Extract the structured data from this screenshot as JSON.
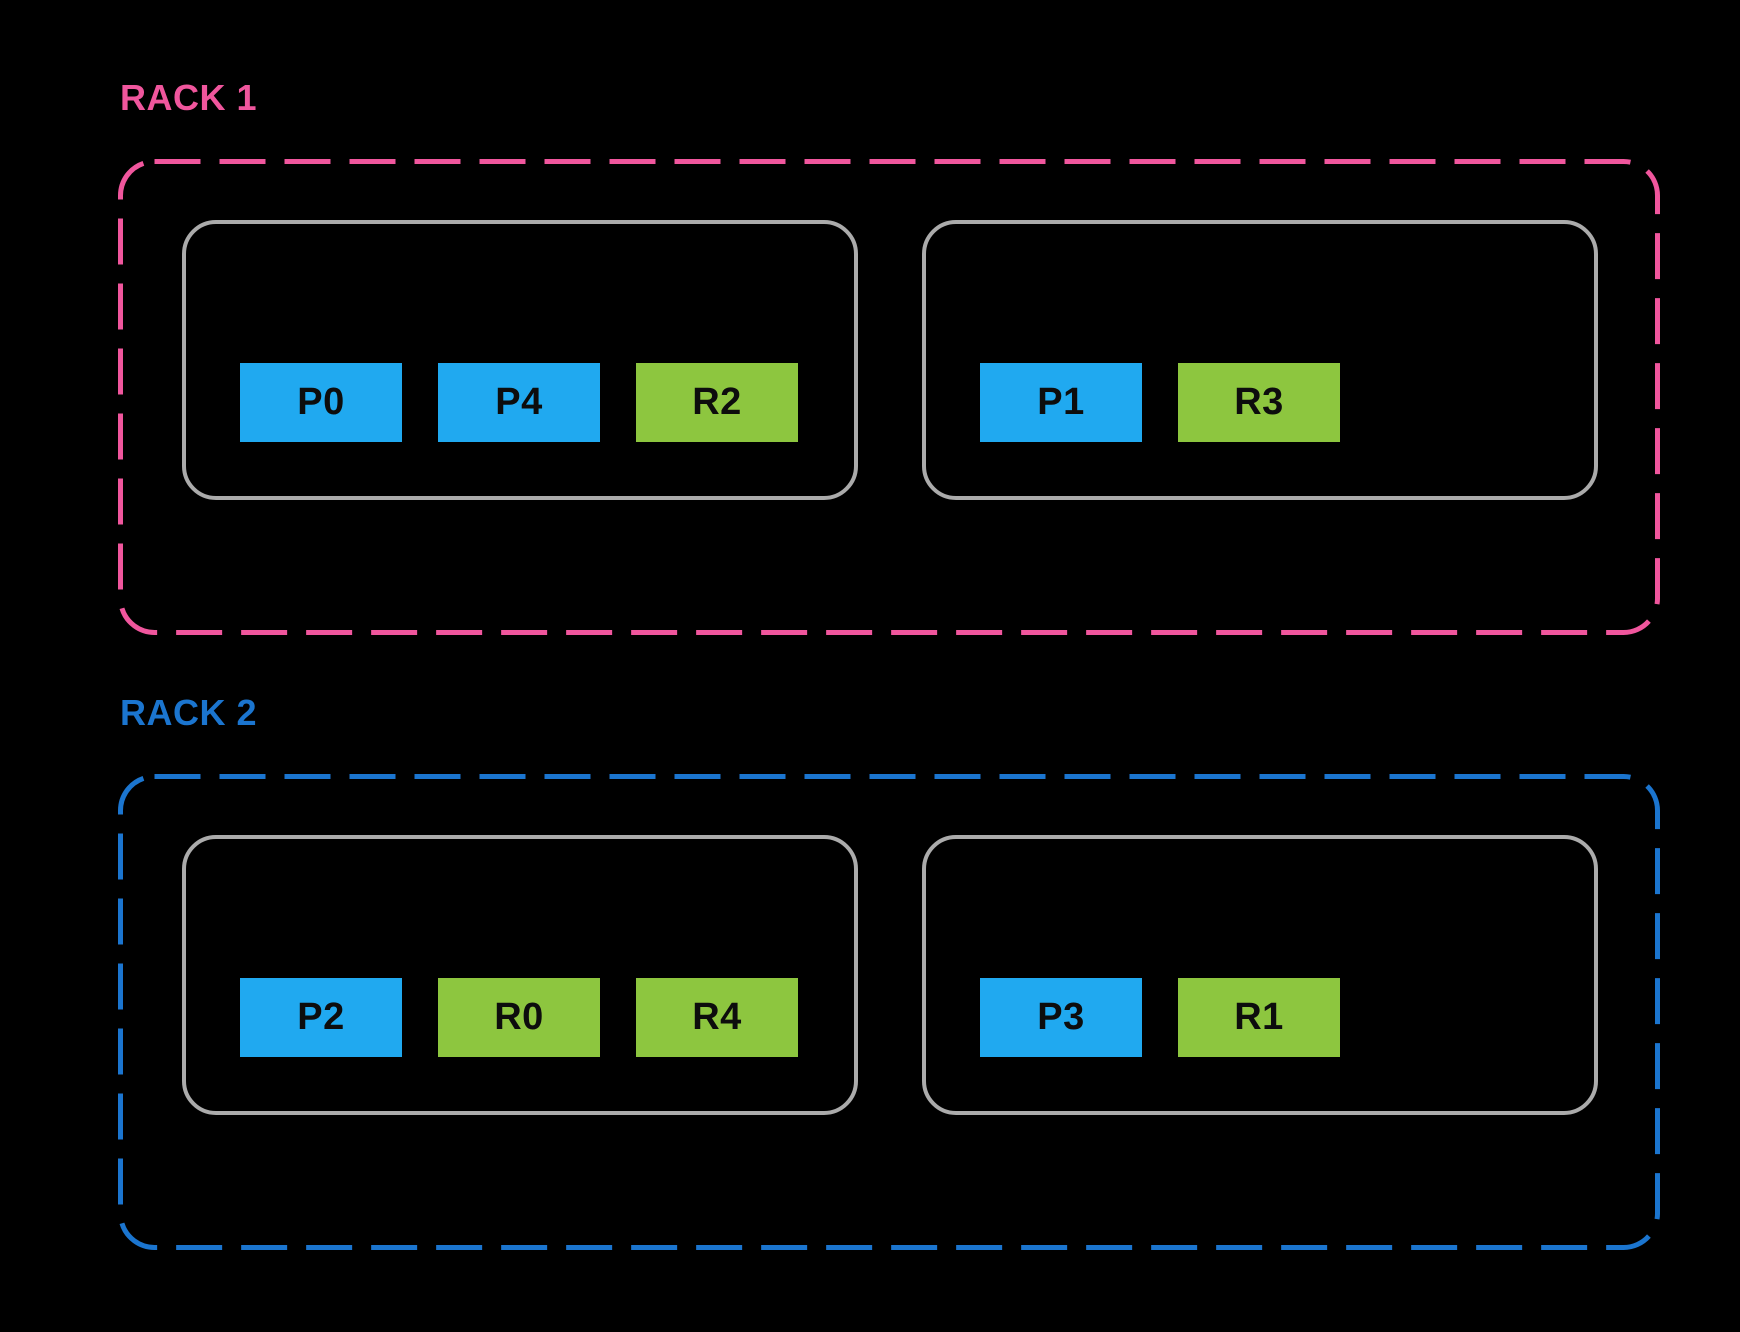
{
  "diagram": {
    "background_color": "#000000",
    "node_border_color": "#ABABAB",
    "block_text_color": "#0D0D0D",
    "block_colors": {
      "p_block": "#20A9F0",
      "r_block": "#8DC63F"
    },
    "racks": [
      {
        "label": "RACK 1",
        "label_color": "#F0569D",
        "border_color": "#F0569D",
        "nodes": [
          {
            "blocks": [
              {
                "label": "P0",
                "color": "#20A9F0"
              },
              {
                "label": "P4",
                "color": "#20A9F0"
              },
              {
                "label": "R2",
                "color": "#8DC63F"
              }
            ]
          },
          {
            "blocks": [
              {
                "label": "P1",
                "color": "#20A9F0"
              },
              {
                "label": "R3",
                "color": "#8DC63F"
              }
            ]
          }
        ]
      },
      {
        "label": "RACK 2",
        "label_color": "#1B75CF",
        "border_color": "#1B75CF",
        "nodes": [
          {
            "blocks": [
              {
                "label": "P2",
                "color": "#20A9F0"
              },
              {
                "label": "R0",
                "color": "#8DC63F"
              },
              {
                "label": "R4",
                "color": "#8DC63F"
              }
            ]
          },
          {
            "blocks": [
              {
                "label": "P3",
                "color": "#20A9F0"
              },
              {
                "label": "R1",
                "color": "#8DC63F"
              }
            ]
          }
        ]
      }
    ]
  }
}
